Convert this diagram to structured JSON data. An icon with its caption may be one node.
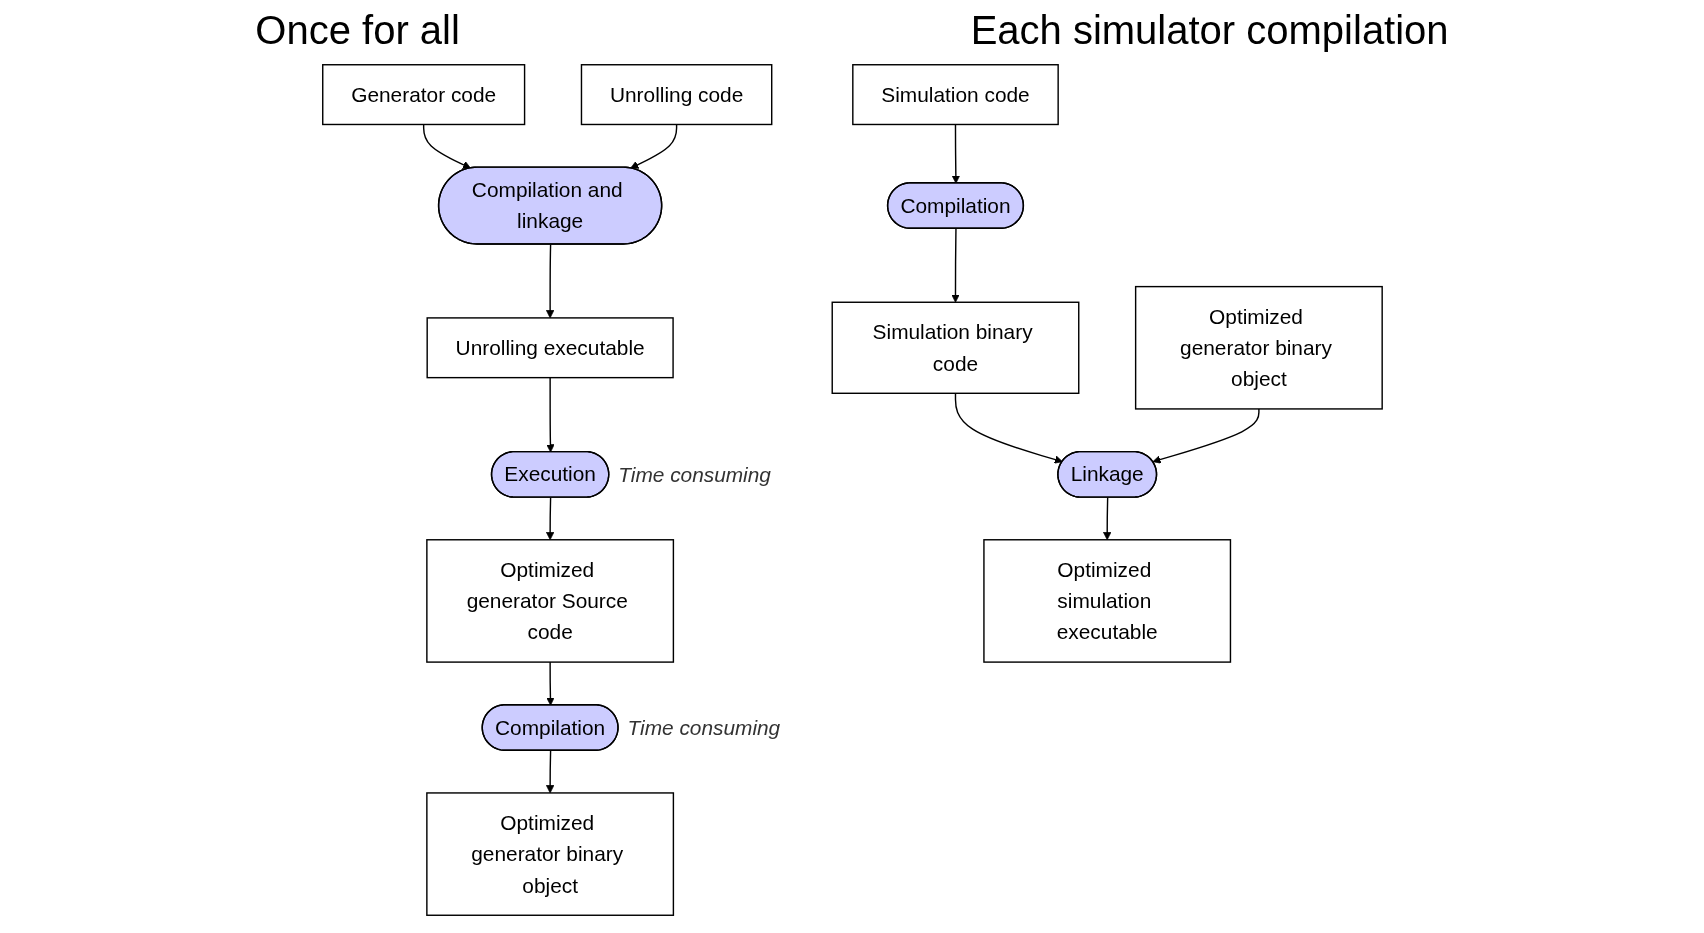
{
  "diagram": {
    "nodes": [
      {
        "text": [
          "Generator code"
        ]
      },
      {
        "text": [
          "Unrolling code"
        ]
      },
      {
        "text": [
          "Compilation and linkage"
        ]
      },
      {
        "text": [
          "Unrolling executable"
        ]
      },
      {
        "text": [
          "Execution"
        ],
        "beside": [
          "Time consuming"
        ]
      },
      {
        "text": [
          "Optimized generator Source code"
        ]
      },
      {
        "text": [
          "Compilation"
        ],
        "beside": [
          "Time consuming"
        ]
      },
      {
        "text": [
          "Optimized generator binary object"
        ]
      },
      {
        "text": [
          "Simulation code"
        ]
      },
      {
        "text": [
          "Compilation"
        ]
      },
      {
        "text": [
          "Simulation binary code"
        ]
      },
      {
        "text": [
          "Optimized generator binary object"
        ]
      },
      {
        "text": [
          "Linkage"
        ]
      },
      {
        "text": [
          "Optimized simulation executable"
        ]
      }
    ],
    "edges": [
      {
        "from": 0,
        "to": 2,
        "arrow": "to"
      },
      {
        "from": 1,
        "to": 2,
        "arrow": "to"
      },
      {
        "from": 2,
        "to": 3,
        "arrow": "to"
      },
      {
        "from": 3,
        "to": 4,
        "arrow": "to"
      },
      {
        "from": 4,
        "to": 5,
        "arrow": "to"
      },
      {
        "from": 5,
        "to": 6,
        "arrow": "to"
      },
      {
        "from": 6,
        "to": 7,
        "arrow": "to"
      },
      {
        "from": 8,
        "to": 9,
        "arrow": "to"
      },
      {
        "from": 9,
        "to": 10,
        "arrow": "to"
      },
      {
        "from": 10,
        "to": 12,
        "arrow": "to"
      },
      {
        "from": 11,
        "to": 12,
        "arrow": "to"
      },
      {
        "from": 12,
        "to": 13,
        "arrow": "to"
      }
    ],
    "labels": [
      "Once for all",
      "Each simulator compilation"
    ]
  }
}
